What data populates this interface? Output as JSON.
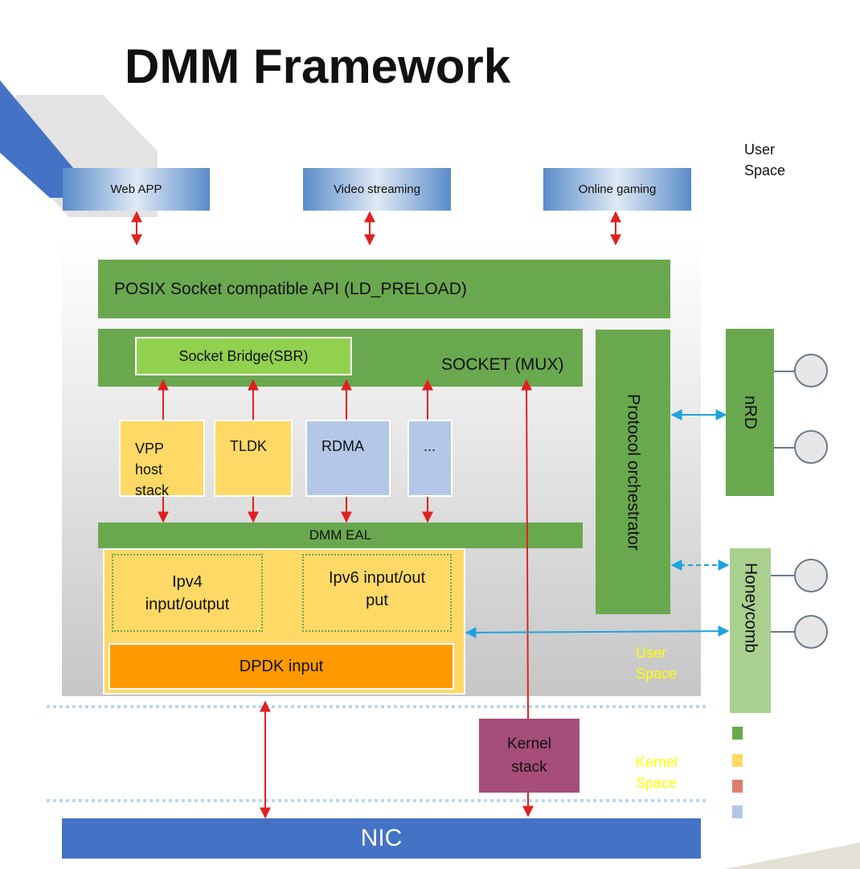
{
  "title": "DMM Framework",
  "space_labels": {
    "user_space_top": "User\nSpace",
    "user_space_inner": "User\nSpace",
    "kernel_space": "Kernel\nSpace"
  },
  "apps": [
    "Web APP",
    "Video streaming",
    "Online gaming"
  ],
  "posix_api": "POSIX Socket compatible API (LD_PRELOAD)",
  "socket_bridge": "Socket Bridge(SBR)",
  "socket_mux": "SOCKET (MUX)",
  "stacks": {
    "vpp": "VPP\nhost\nstack",
    "tldk": "TLDK",
    "rdma": "RDMA",
    "more": "..."
  },
  "dmm_eal": "DMM EAL",
  "ipv4": "Ipv4\ninput/output",
  "ipv6": "Ipv6 input/out\nput",
  "dpdk_input": "DPDK input",
  "kernel_stack": "Kernel\nstack",
  "nic": "NIC",
  "protocol_orchestrator": "Protocol orchestrator",
  "nrd": "nRD",
  "honeycomb": "Honeycomb",
  "colors": {
    "green": "#6aa84f",
    "yellow": "#ffd966",
    "light_blue": "#b4c7e7",
    "orange": "#ff9900",
    "kernel": "#a64d79",
    "nic": "#4472c4",
    "arrow_red": "#e02020",
    "arrow_blue": "#1fa3e0"
  },
  "legend_colors": [
    "#6aa84f",
    "#ffd966",
    "#dd7e6b",
    "#b4c7e7"
  ]
}
